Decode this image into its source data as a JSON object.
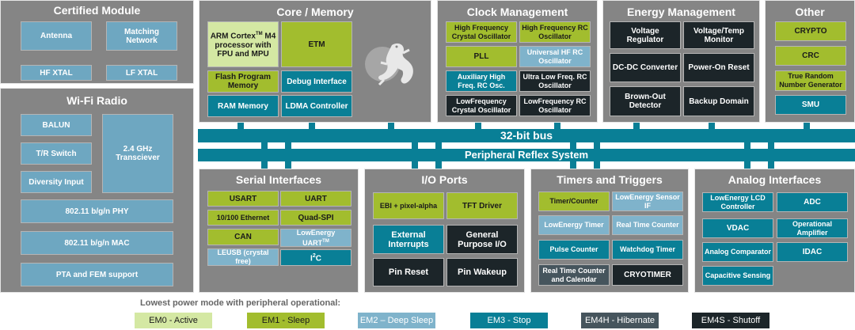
{
  "colors": {
    "panel": "#858585",
    "em0": "#d4e8a3",
    "em1": "#a2bd2e",
    "em2": "#7fb3cb",
    "em3": "#097f96",
    "em4h": "#46555d",
    "em4s": "#1c2529",
    "wifi_block": "#6ea7c1"
  },
  "icons": {
    "gecko": "gecko-logo-icon"
  },
  "certified": {
    "title": "Certified Module",
    "antenna": "Antenna",
    "matching": "Matching Network",
    "hfxtal": "HF XTAL",
    "lfxtal": "LF XTAL"
  },
  "wifi": {
    "title": "Wi-Fi Radio",
    "balun": "BALUN",
    "tr_switch": "T/R Switch",
    "diversity": "Diversity Input",
    "transceiver": "2.4 GHz Transciever",
    "phy": "802.11 b/g/n PHY",
    "mac": "802.11 b/g/n MAC",
    "pta": "PTA and FEM support"
  },
  "core": {
    "title": "Core / Memory",
    "arm_pre": "ARM Cortex",
    "arm_tm": "TM",
    "arm_post": "M4 processor with FPU and MPU",
    "etm": "ETM",
    "flash": "Flash Program Memory",
    "debug": "Debug Interface",
    "ram": "RAM Memory",
    "ldma": "LDMA Controller"
  },
  "clock": {
    "title": "Clock Management",
    "hfxo": "High Frequency Crystal Oscillator",
    "hfrco": "High Frequency RC Oscillator",
    "pll": "PLL",
    "uhfrco": "Universal HF RC Oscillator",
    "auxhfrco": "Auxiliary High Freq. RC Osc.",
    "ulfrco": "Ultra Low Freq. RC Oscillator",
    "lfxo": "LowFrequency Crystal Oscillator",
    "lfrco": "LowFrequency RC Oscillator"
  },
  "energy": {
    "title": "Energy Management",
    "vreg": "Voltage Regulator",
    "vmon": "Voltage/Temp Monitor",
    "dcdc": "DC-DC Converter",
    "por": "Power-On Reset",
    "bod": "Brown-Out Detector",
    "backup": "Backup Domain"
  },
  "other": {
    "title": "Other",
    "crypto": "CRYPTO",
    "crc": "CRC",
    "trng": "True Random Number Generator",
    "smu": "SMU"
  },
  "bus": {
    "main": "32-bit bus",
    "prs": "Peripheral Reflex System"
  },
  "serial": {
    "title": "Serial Interfaces",
    "usart": "USART",
    "uart": "UART",
    "eth": "10/100 Ethernet",
    "qspi": "Quad-SPI",
    "can": "CAN",
    "leuart_pre": "LowEnergy UART",
    "leuart_tm": "TM",
    "leusb": "LEUSB (crystal free)",
    "i2c_pre": "I",
    "i2c_sup": "2",
    "i2c_post": "C"
  },
  "io": {
    "title": "I/O Ports",
    "ebi": "EBI + pixel-alpha",
    "tft": "TFT Driver",
    "extint": "External Interrupts",
    "gpio": "General Purpose I/O",
    "pinreset": "Pin Reset",
    "pinwake": "Pin Wakeup"
  },
  "timers": {
    "title": "Timers and Triggers",
    "timer": "Timer/Counter",
    "lesense": "LowEnergy Sensor IF",
    "letimer": "LowEnergy Timer",
    "rtc": "Real Time Counter",
    "pcnt": "Pulse Counter",
    "wdog": "Watchdog Timer",
    "rtcc": "Real Time Counter and Calendar",
    "cryotimer": "CRYOTIMER"
  },
  "analog": {
    "title": "Analog Interfaces",
    "lcd": "LowEnergy LCD Controller",
    "adc": "ADC",
    "vdac": "VDAC",
    "opamp": "Operational Amplifier",
    "acmp": "Analog Comparator",
    "idac": "IDAC",
    "csen": "Capacitive Sensing"
  },
  "legend": {
    "title": "Lowest power mode with peripheral operational:",
    "em0": "EM0 - Active",
    "em1": "EM1 - Sleep",
    "em2": "EM2 – Deep Sleep",
    "em3": "EM3 - Stop",
    "em4h": "EM4H - Hibernate",
    "em4s": "EM4S - Shutoff"
  }
}
